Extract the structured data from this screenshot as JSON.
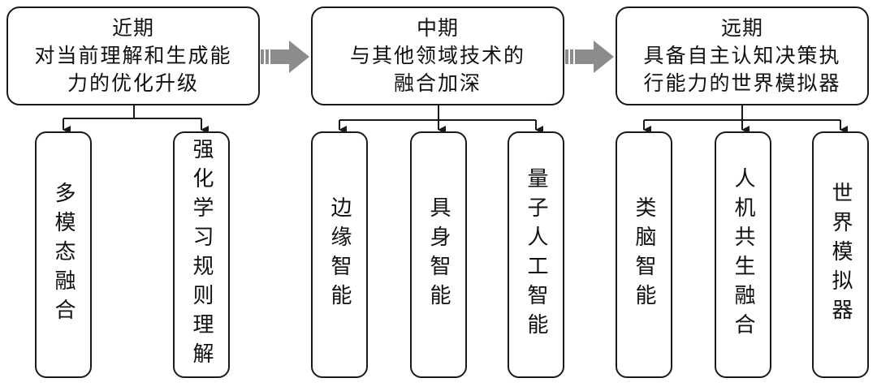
{
  "phases": [
    {
      "title": "近期",
      "desc_line1": "对当前理解和生成能",
      "desc_line2": "力的优化升级",
      "leaves": [
        "多模态融合",
        "强化学习规则理解"
      ]
    },
    {
      "title": "中期",
      "desc_line1": "与其他领域技术的",
      "desc_line2": "融合加深",
      "leaves": [
        "边缘智能",
        "具身智能",
        "量子人工智能"
      ]
    },
    {
      "title": "远期",
      "desc_line1": "具备自主认知决策执",
      "desc_line2": "行能力的世界模拟器",
      "leaves": [
        "类脑智能",
        "人机共生融合",
        "世界模拟器"
      ]
    }
  ],
  "colors": {
    "border": "#1a1a1a",
    "arrow": "#8c8c8c"
  }
}
